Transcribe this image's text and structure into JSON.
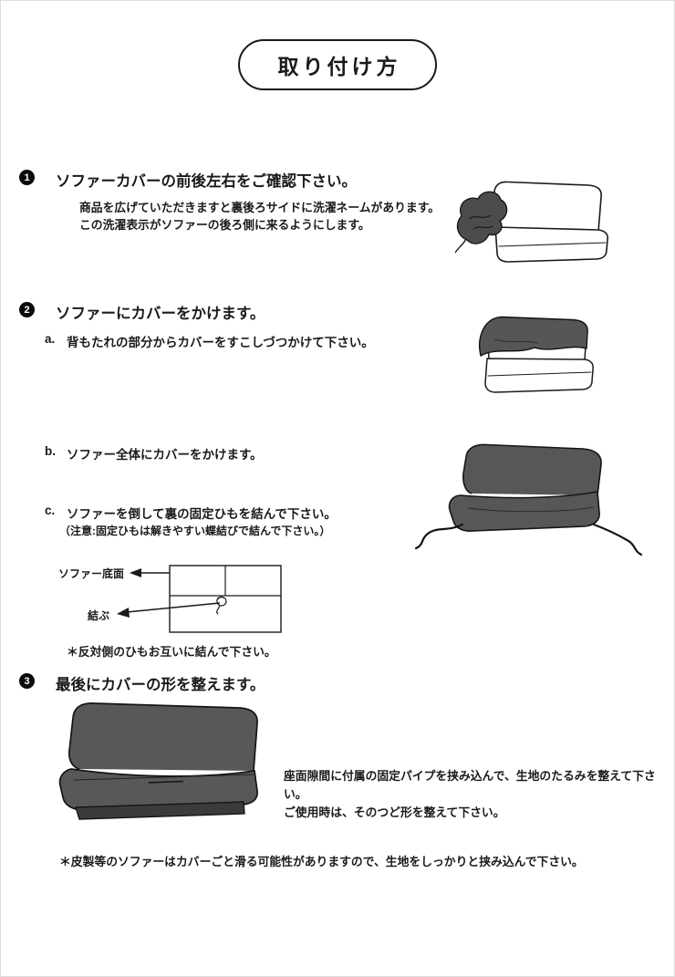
{
  "title": "取り付け方",
  "steps": {
    "one": {
      "num": "1",
      "heading": "ソファーカバーの前後左右をご確認下さい。",
      "body1": "商品を広げていただきますと裏後ろサイドに洗濯ネームがあります。",
      "body2": "この洗濯表示がソファーの後ろ側に来るようにします。"
    },
    "two": {
      "num": "2",
      "heading": "ソファーにカバーをかけます。",
      "substeps": [
        {
          "label": "a.",
          "text": "背もたれの部分からカバーをすこしづつかけて下さい。"
        },
        {
          "label": "b.",
          "text": "ソファー全体にカバーをかけます。"
        },
        {
          "label": "c.",
          "text": "ソファーを倒して裏の固定ひもを結んで下さい。",
          "note": "（注意:固定ひもは解きやすい蝶結びで結んで下さい。）"
        }
      ]
    },
    "three": {
      "num": "3",
      "heading": "最後にカバーの形を整えます。",
      "body1": "座面隙間に付属の固定パイプを挟み込んで、生地のたるみを整えて下さい。",
      "body2": "ご使用時は、そのつど形を整えて下さい。"
    }
  },
  "diagram": {
    "label_bottom": "ソファー底面",
    "label_tie": "結ぶ",
    "note": "＊反対側のひもお互いに結んで下さい。"
  },
  "footer_note": "＊皮製等のソファーはカバーごと滑る可能性がありますので、生地をしっかりと挟み込んで下さい。",
  "colors": {
    "cover_gray": "#575757",
    "outline": "#1a1a1a"
  }
}
